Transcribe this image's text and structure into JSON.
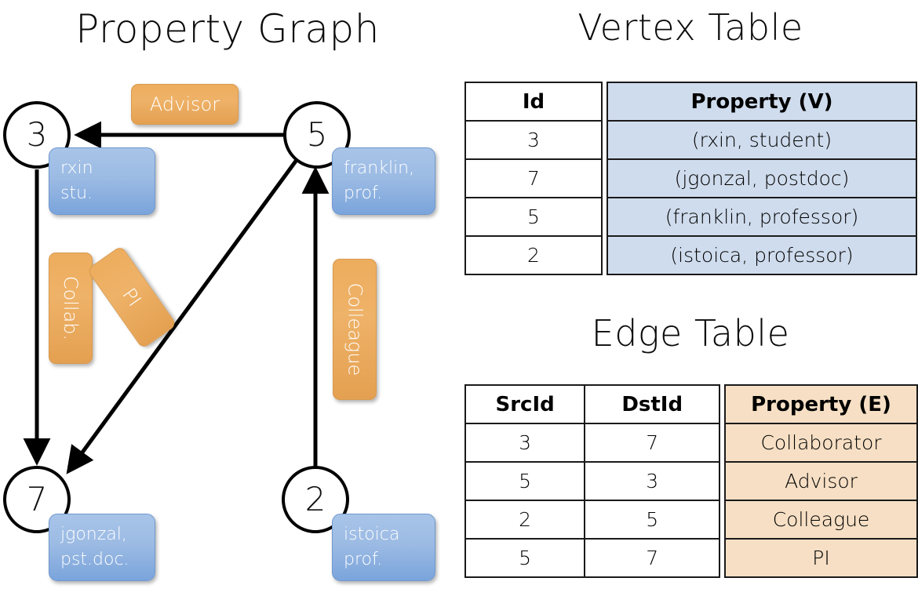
{
  "titles": {
    "property_graph": "Property Graph",
    "vertex_table": "Vertex Table",
    "edge_table": "Edge Table"
  },
  "colors": {
    "vertex_property_fill": "#cfdced",
    "edge_property_fill": "#f6dfc4",
    "vertex_bubble": "#9cbbe4",
    "edge_bubble": "#eeb268",
    "stroke": "#000000"
  },
  "graph": {
    "nodes": [
      {
        "id": "3",
        "property": "rxin\nstu."
      },
      {
        "id": "5",
        "property": "franklin,\nprof."
      },
      {
        "id": "7",
        "property": "jgonzal,\npst.doc."
      },
      {
        "id": "2",
        "property": "istoica\nprof."
      }
    ],
    "node_labels": {
      "n3": "3",
      "n5": "5",
      "n7": "7",
      "n2": "2"
    },
    "vertex_bubbles": {
      "rxin_line1": "rxin",
      "rxin_line2": "stu.",
      "franklin_line1": "franklin,",
      "franklin_line2": "prof.",
      "jgonzal_line1": "jgonzal,",
      "jgonzal_line2": "pst.doc.",
      "istoica_line1": "istoica",
      "istoica_line2": "prof."
    },
    "edge_bubbles": {
      "advisor": "Advisor",
      "collab": "Collab.",
      "pi": "PI",
      "colleague": "Colleague"
    },
    "edges": [
      {
        "from": "5",
        "to": "3",
        "label": "Advisor"
      },
      {
        "from": "3",
        "to": "7",
        "label": "Collab."
      },
      {
        "from": "5",
        "to": "7",
        "label": "PI"
      },
      {
        "from": "2",
        "to": "5",
        "label": "Colleague"
      }
    ]
  },
  "vertex_table": {
    "headers": [
      "Id",
      "Property (V)"
    ],
    "rows": [
      {
        "id": "3",
        "property": "(rxin, student)"
      },
      {
        "id": "7",
        "property": "(jgonzal, postdoc)"
      },
      {
        "id": "5",
        "property": "(franklin, professor)"
      },
      {
        "id": "2",
        "property": "(istoica, professor)"
      }
    ]
  },
  "edge_table": {
    "headers": [
      "SrcId",
      "DstId",
      "Property (E)"
    ],
    "rows": [
      {
        "src": "3",
        "dst": "7",
        "property": "Collaborator"
      },
      {
        "src": "5",
        "dst": "3",
        "property": "Advisor"
      },
      {
        "src": "2",
        "dst": "5",
        "property": "Colleague"
      },
      {
        "src": "5",
        "dst": "7",
        "property": "PI"
      }
    ]
  }
}
